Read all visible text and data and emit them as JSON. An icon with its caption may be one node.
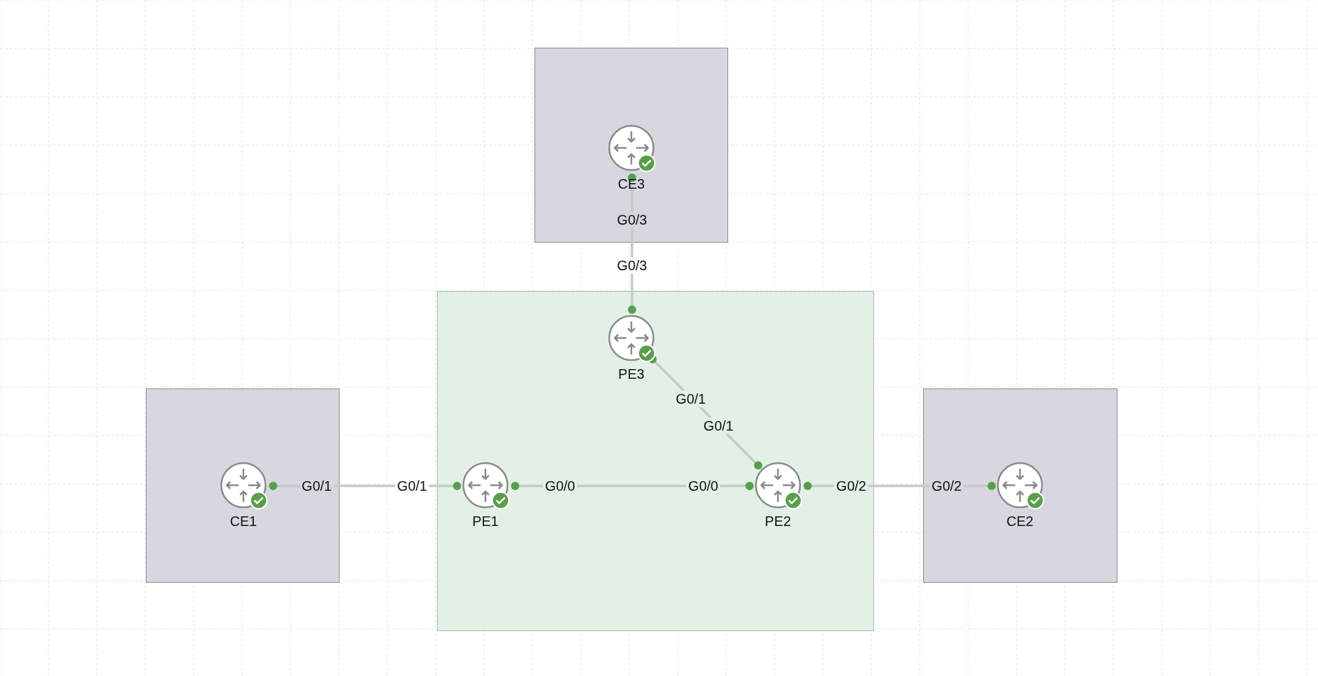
{
  "diagram": {
    "nodes": [
      {
        "text": [],
        "shape": "box"
      },
      {
        "text": [
          "CE3"
        ],
        "in": 0
      },
      {
        "text": [],
        "shape": "box"
      },
      {
        "text": [
          "PE3"
        ],
        "in": 2
      },
      {
        "text": [],
        "shape": "box"
      },
      {
        "text": [
          "CE1"
        ],
        "in": 4
      },
      {
        "text": [
          "PE1"
        ],
        "in": 2
      },
      {
        "text": [
          "PE2"
        ],
        "in": 2
      },
      {
        "text": [],
        "shape": "box"
      },
      {
        "text": [
          "CE2"
        ],
        "in": 8
      }
    ],
    "edges": [
      {
        "from": 1,
        "to": 3,
        "arrow": "other"
      },
      {
        "from": 3,
        "to": 7,
        "arrow": "other"
      },
      {
        "from": 5,
        "to": 6,
        "arrow": "other"
      },
      {
        "from": 6,
        "to": 7,
        "arrow": "other"
      },
      {
        "from": 7,
        "to": 9,
        "arrow": "other"
      }
    ],
    "labels": [
      "G0/3",
      "G0/3",
      "G0/1",
      "G0/1",
      "G0/1",
      "G0/1",
      "G0/0",
      "G0/0",
      "G0/2",
      "G0/2"
    ]
  }
}
